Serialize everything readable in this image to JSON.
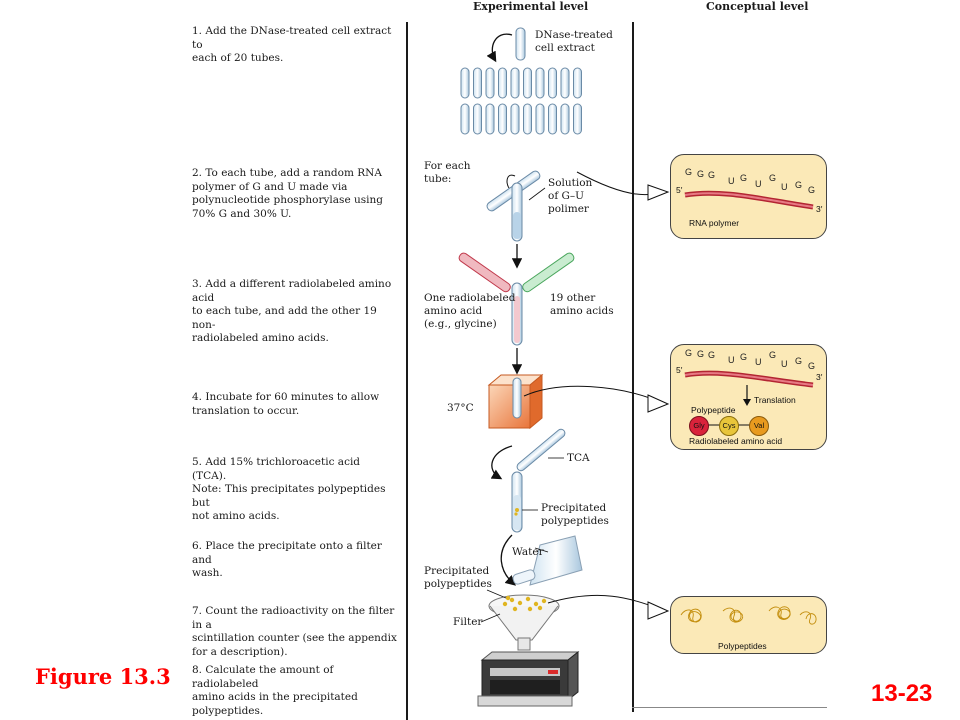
{
  "headers": {
    "experimental": "Experimental level",
    "conceptual": "Conceptual level"
  },
  "steps": [
    "1.  Add the DNase-treated  cell extract to\n     each of 20 tubes.",
    "2.  To each tube, add a random RNA\n     polymer of G and U made via\n     polynucleotide phosphorylase using\n     70% G and 30% U.",
    "3.  Add a different radiolabeled amino acid\n     to each tube, and add the other 19 non-\n     radiolabeled amino acids.",
    "4.  Incubate for 60 minutes to allow\n     translation to occur.",
    "5.  Add 15% trichloroacetic acid (TCA).\n     Note: This precipitates polypeptides but\n     not amino acids.",
    "6.  Place the precipitate onto a filter and\n     wash.",
    "7.  Count the radioactivity on the filter in a\n     scintillation counter (see the appendix\n     for a description).",
    "8.  Calculate the amount of radiolabeled\n     amino acids in the precipitated\n     polypeptides."
  ],
  "experimental_labels": {
    "dnase": "DNase-treated\ncell extract",
    "for_each": "For each\ntube:",
    "solution": "Solution\nof G–U\npolimer",
    "one_radiolabeled": "One radiolabeled\namino acid\n(e.g., glycine)",
    "other_19": "19 other\namino acids",
    "temp": "37°C",
    "tca": "TCA",
    "precipitated_tube": "Precipitated\npolypeptides",
    "water": "Water",
    "precipitated_filter": "Precipitated\npolypeptides",
    "filter": "Filter"
  },
  "card1": {
    "five_prime": "5′",
    "three_prime": "3′",
    "caption": "RNA polymer",
    "bases": [
      "G",
      "G",
      "G",
      "U",
      "G",
      "U",
      "G",
      "U",
      "G",
      "G"
    ]
  },
  "card2": {
    "five_prime": "5′",
    "three_prime": "3′",
    "bases": [
      "G",
      "G",
      "G",
      "U",
      "G",
      "U",
      "G",
      "U",
      "G",
      "G"
    ],
    "translation": "Translation",
    "polypeptide": "Polypeptide",
    "aa": [
      "Gly",
      "Cys",
      "Val"
    ],
    "caption": "Radiolabeled amino acid",
    "colors": {
      "gly": "#d9233b",
      "cys": "#e8c53a",
      "val": "#e89a1f"
    }
  },
  "card3": {
    "caption": "Polypeptides"
  },
  "figure_label": "Figure 13.3",
  "page_number": "13-23"
}
